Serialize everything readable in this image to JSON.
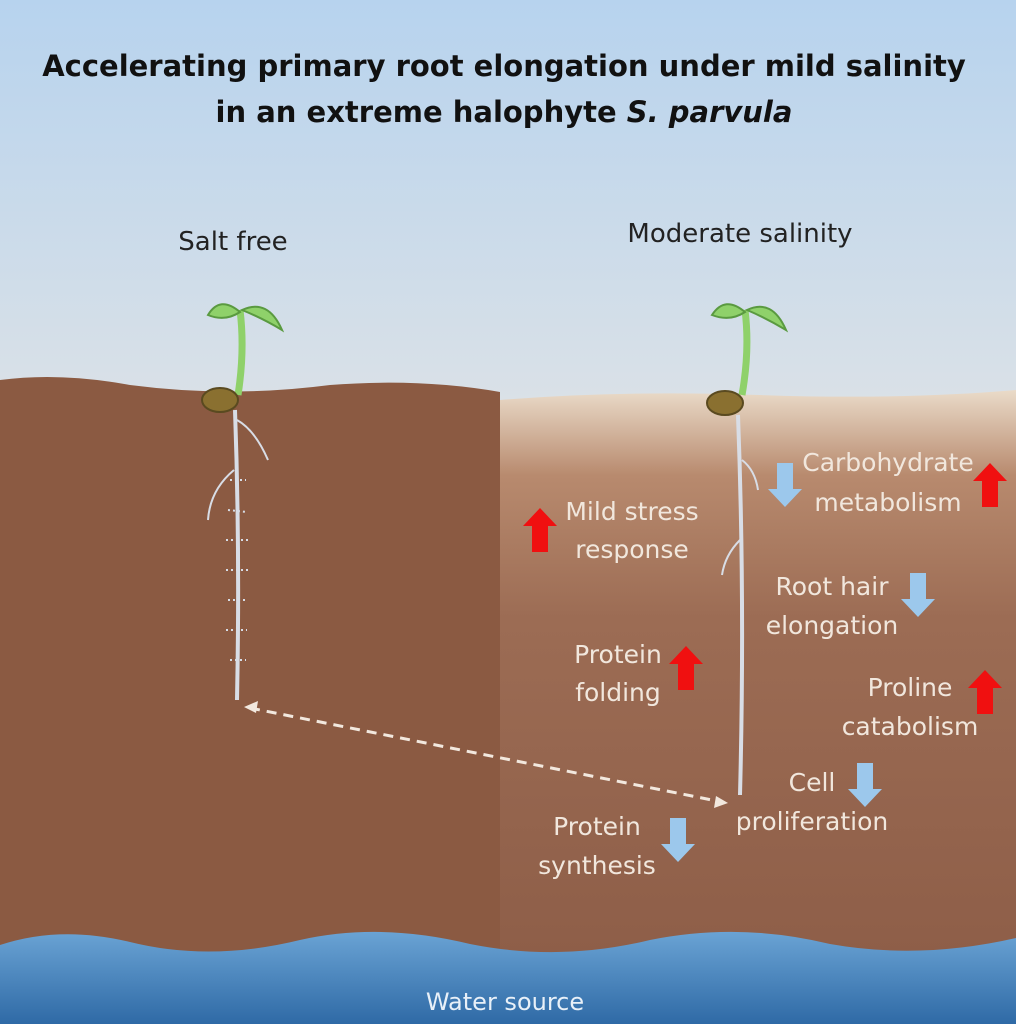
{
  "title": {
    "line1": "Accelerating primary root elongation under mild salinity",
    "line2_prefix": "in an extreme halophyte ",
    "line2_species": "S. parvula"
  },
  "conditions": {
    "left": "Salt free",
    "right": "Moderate salinity"
  },
  "labels": [
    {
      "l1": "Mild stress",
      "l2": "response",
      "direction": "up"
    },
    {
      "l1": "Carbohydrate",
      "l2": "metabolism",
      "direction": "up-and-down"
    },
    {
      "l1": "Root hair",
      "l2": "elongation",
      "direction": "down"
    },
    {
      "l1": "Protein",
      "l2": "folding",
      "direction": "up"
    },
    {
      "l1": "Proline",
      "l2": "catabolism",
      "direction": "up"
    },
    {
      "l1": "Cell",
      "l2": "proliferation",
      "direction": "down"
    },
    {
      "l1": "Protein",
      "l2": "synthesis",
      "direction": "down"
    }
  ],
  "water": "Water source",
  "colors": {
    "up": "#f01010",
    "down": "#9cc8ec",
    "soil": "#8b5a42",
    "water": "#4a86bf"
  }
}
